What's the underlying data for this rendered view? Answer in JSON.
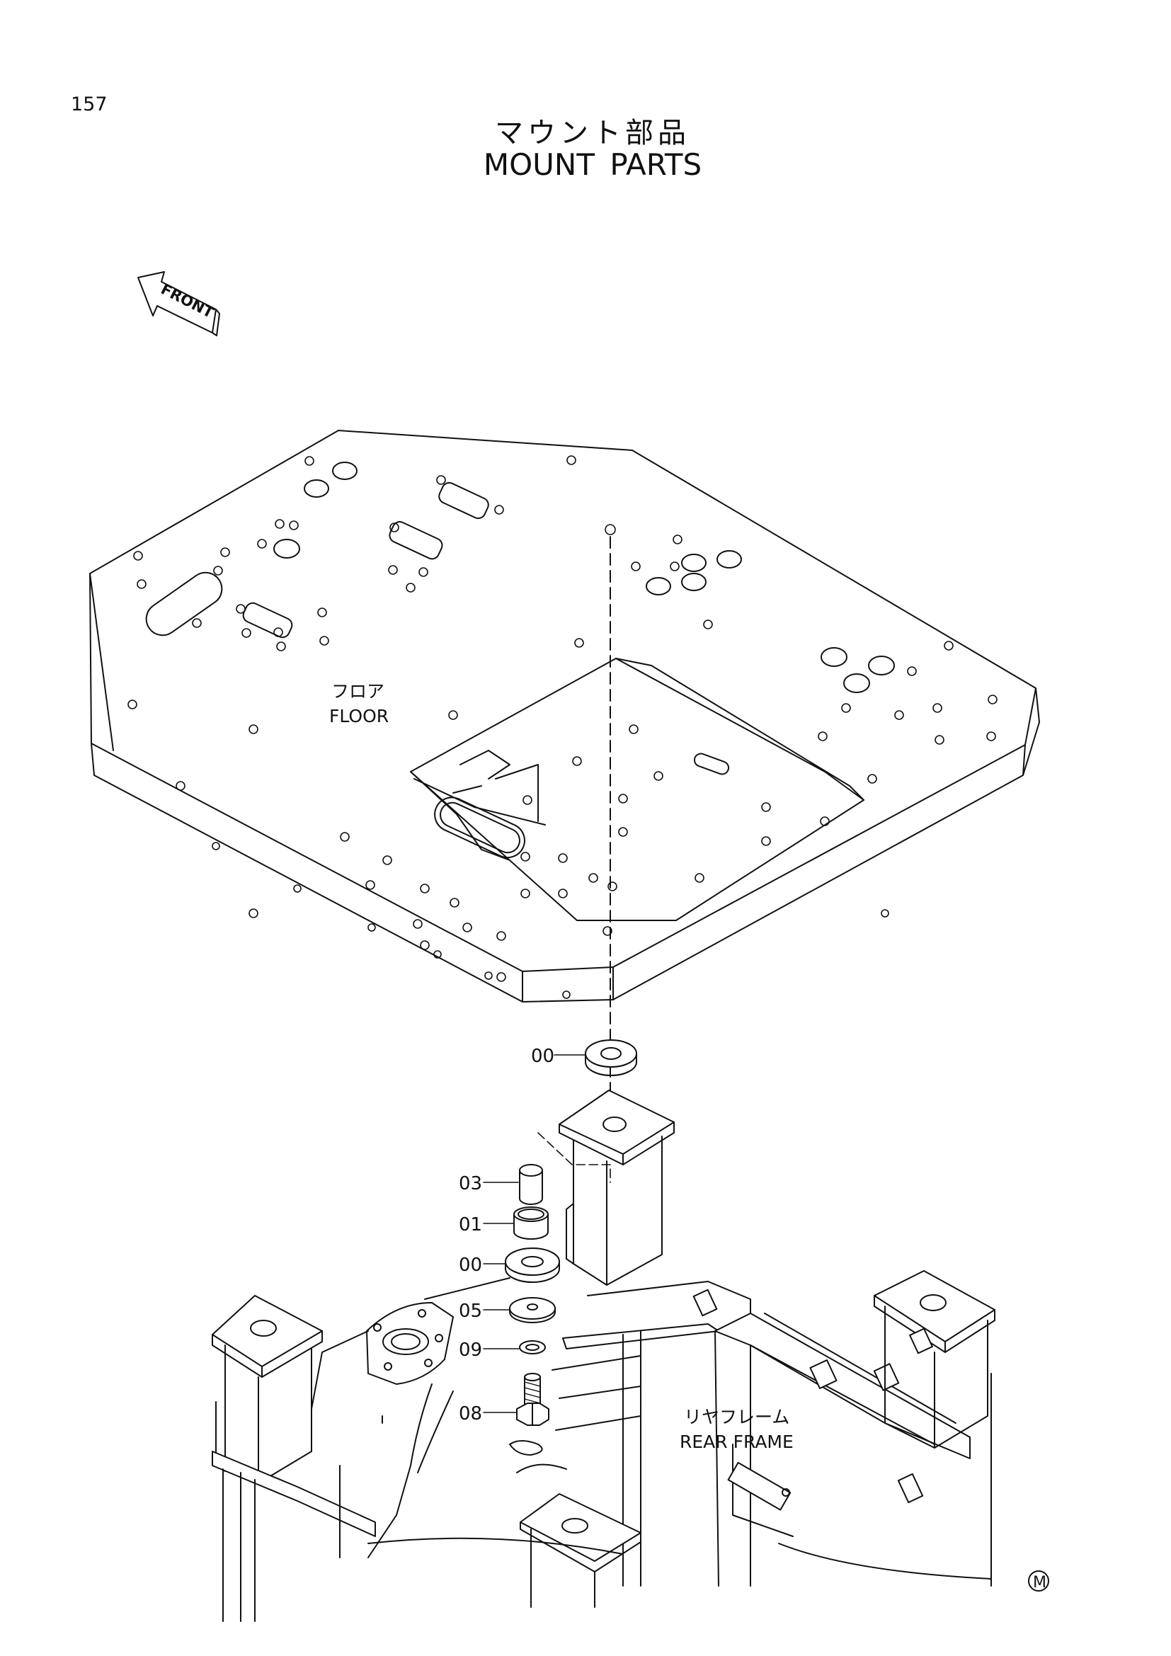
{
  "page": {
    "number": "157"
  },
  "title": {
    "japanese": "マウント部品",
    "english": "MOUNT PARTS"
  },
  "front_arrow": {
    "label": "FRONT"
  },
  "labels": {
    "floor": {
      "japanese": "フロア",
      "english": "FLOOR"
    },
    "rear_frame": {
      "japanese": "リヤフレーム",
      "english": "REAR FRAME"
    }
  },
  "callouts": [
    {
      "id": "00",
      "part": "top-washer"
    },
    {
      "id": "03",
      "part": "sleeve"
    },
    {
      "id": "01",
      "part": "bushing"
    },
    {
      "id": "00",
      "part": "lower-washer"
    },
    {
      "id": "05",
      "part": "plate-washer"
    },
    {
      "id": "09",
      "part": "small-washer"
    },
    {
      "id": "08",
      "part": "bolt"
    }
  ],
  "footer_mark": "M"
}
